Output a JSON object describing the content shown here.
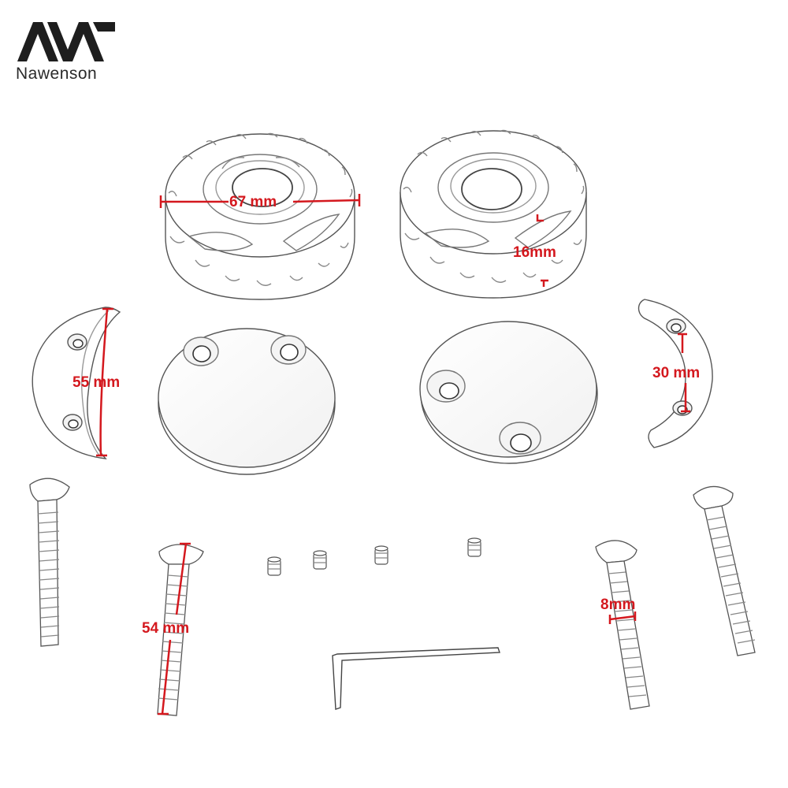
{
  "brand": {
    "name": "Nawenson",
    "logo_icon": "nawenson-logo-icon"
  },
  "accent_color": "#d4181e",
  "dimensions": {
    "cap_diameter": "67 mm",
    "cap_height": "16mm",
    "spacer_left_length": "55 mm",
    "spacer_right_length": "30 mm",
    "bolt_length": "54 mm",
    "bolt_diameter": "8mm"
  },
  "parts": {
    "caps": [
      "knurled-cap",
      "knurled-cap"
    ],
    "plates": [
      "base-plate",
      "base-plate"
    ],
    "spacers": [
      "crescent-spacer",
      "crescent-spacer"
    ],
    "bolts": [
      "long-bolt",
      "long-bolt",
      "long-bolt",
      "long-bolt"
    ],
    "set_screws": [
      "set-screw",
      "set-screw",
      "set-screw",
      "set-screw"
    ],
    "tool": "hex-key"
  }
}
